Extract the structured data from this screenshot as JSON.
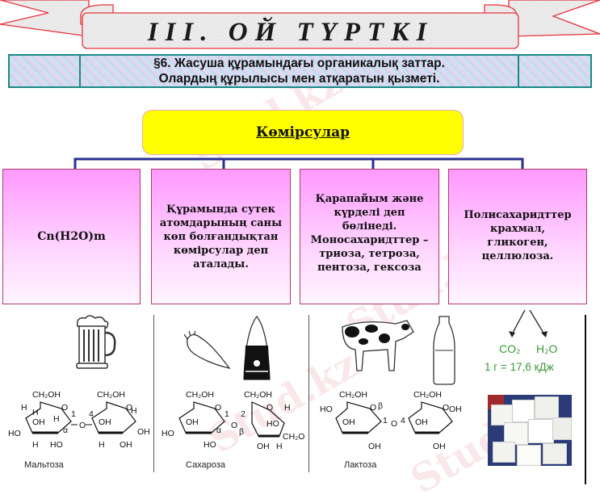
{
  "banner": {
    "title": "ІІІ. ОЙ  ТҮРТКІ"
  },
  "section": {
    "line1": "§6.  Жасуша құрамындағы  органикалық заттар.",
    "line2": "Олардың құрылысы мен атқаратын  қызметі."
  },
  "diagram": {
    "head": "Көмірсулар",
    "boxes": [
      {
        "text": "Cn(H2O)m"
      },
      {
        "text": "Құрамында сутек\nатомдарының саны\nкөп болғандықтан\nкөмірсулар деп\nаталады."
      },
      {
        "text": "Қарапайым және\nкүрделі деп\nбөлінеді.\nМоносахаридттер –\nтриоза, тетроза,\nпентоза,  гексоза"
      },
      {
        "text": "Полисахаридттер\nкрахмал,\nгликоген,\nцеллюлоза."
      }
    ]
  },
  "molecules": {
    "maltose": "Мальтоза",
    "sucrose": "Сахароза",
    "lactose": "Лактоза",
    "labels": {
      "ch2oh": "CH₂OH",
      "oh": "OH",
      "ho": "HO",
      "h": "H",
      "o": "O",
      "alpha": "α",
      "beta": "β",
      "one": "1",
      "two": "2",
      "four": "4"
    }
  },
  "energy": {
    "co2": "CO₂",
    "h2o": "H₂O",
    "value": "1 г = 17,6 кДж"
  },
  "colors": {
    "banner_border": "#e8323c",
    "section_border": "#1a8a86",
    "head_fill": "#ffff00",
    "box_gradient_top": "#ff99ff",
    "connector": "#2a2f8f",
    "energy_text": "#3a9a3a"
  },
  "watermark": "Stud.kz"
}
